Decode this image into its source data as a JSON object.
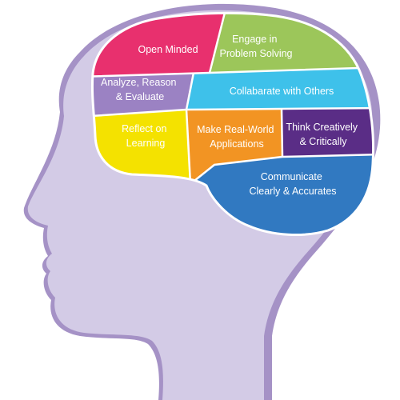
{
  "colors": {
    "head_shadow": "#a592c6",
    "head_fill": "#d3cbe6",
    "brain_outline": "#ffffff"
  },
  "regions": [
    {
      "id": "open-minded",
      "lines": [
        "Open Minded"
      ],
      "color": "#e8306e"
    },
    {
      "id": "engage",
      "lines": [
        "Engage in",
        "Problem Solving"
      ],
      "color": "#9cc65a"
    },
    {
      "id": "analyze",
      "lines": [
        "Analyze, Reason",
        "& Evaluate"
      ],
      "color": "#9b82c3"
    },
    {
      "id": "collaborate",
      "lines": [
        "Collabarate with Others"
      ],
      "color": "#3ec1ea"
    },
    {
      "id": "reflect",
      "lines": [
        "Reflect on",
        "Learning"
      ],
      "color": "#f4e200"
    },
    {
      "id": "real-world",
      "lines": [
        "Make Real-World",
        "Applications"
      ],
      "color": "#f29423"
    },
    {
      "id": "think",
      "lines": [
        "Think Creatively",
        "& Critically"
      ],
      "color": "#5a2d86"
    },
    {
      "id": "communicate",
      "lines": [
        "Communicate",
        "Clearly & Accurates"
      ],
      "color": "#3179c1"
    }
  ]
}
